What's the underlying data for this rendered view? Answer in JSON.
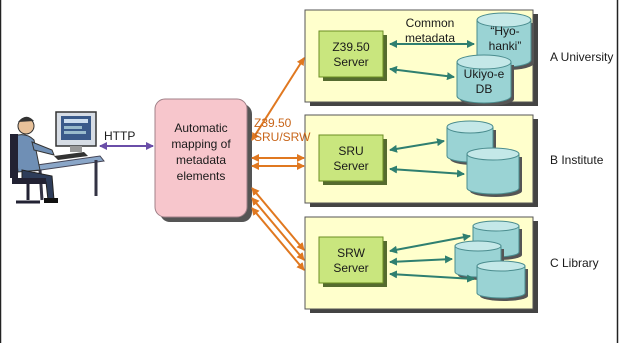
{
  "client": {
    "protocol": "HTTP"
  },
  "mapper": {
    "line1": "Automatic",
    "line2": "mapping of",
    "line3": "metadata",
    "line4": "elements"
  },
  "protocol_label": {
    "line1": "Z39.50",
    "line2": "SRU/SRW"
  },
  "sites": [
    {
      "name": "A University",
      "server": {
        "line1": "Z39.50",
        "line2": "Server"
      },
      "common_metadata": {
        "line1": "Common",
        "line2": "metadata"
      },
      "databases": [
        {
          "line1": "“Hyo-",
          "line2": "hanki”"
        },
        {
          "line1": "Ukiyo-e",
          "line2": "DB"
        }
      ]
    },
    {
      "name": "B Institute",
      "server": {
        "line1": "SRU",
        "line2": "Server"
      }
    },
    {
      "name": "C Library",
      "server": {
        "line1": "SRW",
        "line2": "Server"
      }
    }
  ],
  "colors": {
    "site_box": "#ffffcc",
    "server_box": "#c9e67e",
    "mapper_box": "#f7c6cc",
    "database": "#9ad3d4",
    "arrow_orange": "#e07820",
    "arrow_teal": "#2f7f70",
    "arrow_http": "#6a4ea8",
    "frame": "#222222"
  }
}
